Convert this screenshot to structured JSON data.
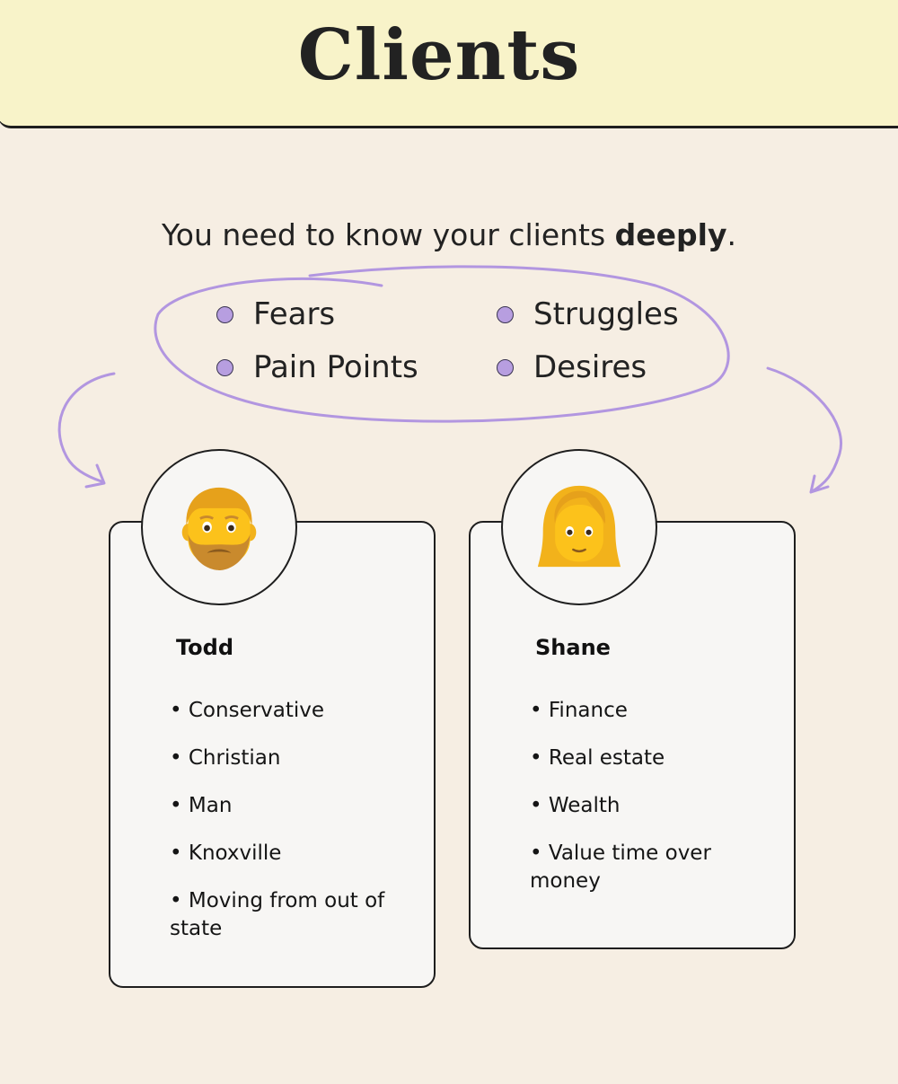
{
  "header": {
    "title": "Clients"
  },
  "intro": {
    "prefix": "You need to know your clients ",
    "emphasis": "deeply",
    "suffix": "."
  },
  "points": [
    "Fears",
    "Struggles",
    "Pain Points",
    "Desires"
  ],
  "colors": {
    "accent": "#b79ee0",
    "header_bg": "#f8f3c9",
    "page_bg": "#f6eee3",
    "card_bg": "#f7f6f4"
  },
  "clients": [
    {
      "name": "Todd",
      "icon": "man-with-beard-icon",
      "attributes": [
        "• Conservative",
        "• Christian",
        "• Man",
        "• Knoxville",
        "• Moving from out of state"
      ]
    },
    {
      "name": "Shane",
      "icon": "woman-icon",
      "attributes": [
        "• Finance",
        "• Real estate",
        "• Wealth",
        "• Value time over money"
      ]
    }
  ]
}
